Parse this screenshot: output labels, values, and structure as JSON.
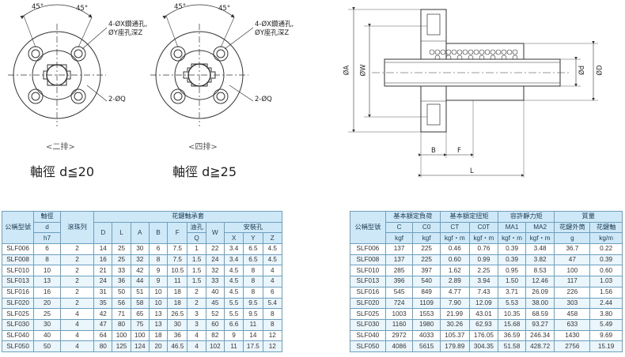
{
  "drawings": {
    "fig1_caption": "<二排>",
    "fig1_note": "軸徑  d≦20",
    "fig2_caption": "<四排>",
    "fig2_note": "軸徑  d≧25",
    "angle_label": "45°",
    "hole_label_1": "4-ØX鑽通孔,",
    "hole_label_2": "ØY座孔深Z",
    "q_label": "2-ØQ",
    "dim_A": "ØA",
    "dim_W": "ØW",
    "dim_d": "Ød",
    "dim_D": "ØD",
    "dim_B": "B",
    "dim_F": "F",
    "dim_L": "L"
  },
  "left_table": {
    "h_model": "公稱型號",
    "h_shaft": "軸徑",
    "h_shaft_d": "d",
    "h_shaft_tol": "h7",
    "h_rows": "滾珠列",
    "h_bearing": "花鍵軸承套",
    "h_D": "D",
    "h_L": "L",
    "h_A": "A",
    "h_B": "B",
    "h_F": "F",
    "h_oil": "油孔",
    "h_Q": "Q",
    "h_W": "W",
    "h_mount": "安裝孔",
    "h_X": "X",
    "h_Y": "Y",
    "h_Z": "Z",
    "rows": [
      [
        "SLF006",
        "6",
        "2",
        "14",
        "25",
        "30",
        "6",
        "7.5",
        "1",
        "22",
        "3.4",
        "6.5",
        "4.5"
      ],
      [
        "SLF008",
        "8",
        "2",
        "16",
        "25",
        "32",
        "8",
        "7.5",
        "1.5",
        "24",
        "3.4",
        "6.5",
        "4.5"
      ],
      [
        "SLF010",
        "10",
        "2",
        "21",
        "33",
        "42",
        "9",
        "10.5",
        "1.5",
        "32",
        "4.5",
        "8",
        "4"
      ],
      [
        "SLF013",
        "13",
        "2",
        "24",
        "36",
        "44",
        "9",
        "11",
        "1.5",
        "33",
        "4.5",
        "8",
        "4"
      ],
      [
        "SLF016",
        "16",
        "2",
        "31",
        "50",
        "51",
        "10",
        "18",
        "2",
        "40",
        "4.5",
        "8",
        "6"
      ],
      [
        "SLF020",
        "20",
        "2",
        "35",
        "56",
        "58",
        "10",
        "18",
        "2",
        "45",
        "5.5",
        "9.5",
        "5.4"
      ],
      [
        "SLF025",
        "25",
        "4",
        "42",
        "71",
        "65",
        "13",
        "26.5",
        "3",
        "52",
        "5.5",
        "9.5",
        "8"
      ],
      [
        "SLF030",
        "30",
        "4",
        "47",
        "80",
        "75",
        "13",
        "30",
        "3",
        "60",
        "6.6",
        "11",
        "8"
      ],
      [
        "SLF040",
        "40",
        "4",
        "64",
        "100",
        "100",
        "18",
        "36",
        "4",
        "82",
        "9",
        "14",
        "12"
      ],
      [
        "SLF050",
        "50",
        "4",
        "80",
        "125",
        "124",
        "20",
        "46.5",
        "4",
        "102",
        "11",
        "17.5",
        "12"
      ]
    ]
  },
  "right_table": {
    "h_model": "公稱型號",
    "h_load": "基本額定負荷",
    "h_C": "C",
    "h_C0": "C0",
    "h_torque": "基本額定扭矩",
    "h_CT": "CT",
    "h_C0T": "C0T",
    "h_moment": "容許靜力矩",
    "h_MA1": "MA1",
    "h_MA2": "MA2",
    "h_mass": "質量",
    "h_outer": "花鍵外筒",
    "h_shaftm": "花鍵軸",
    "u_kgf": "kgf",
    "u_kgfm": "kgf・m",
    "u_g": "g",
    "u_kgm": "kg/m",
    "rows": [
      [
        "SLF006",
        "137",
        "225",
        "0.46",
        "0.76",
        "0.39",
        "3.48",
        "36.7",
        "0.22"
      ],
      [
        "SLF008",
        "137",
        "225",
        "0.60",
        "0.99",
        "0.39",
        "3.82",
        "47",
        "0.39"
      ],
      [
        "SLF010",
        "285",
        "397",
        "1.62",
        "2.25",
        "0.95",
        "8.53",
        "100",
        "0.60"
      ],
      [
        "SLF013",
        "396",
        "540",
        "2.89",
        "3.94",
        "1.50",
        "12.46",
        "117",
        "1.03"
      ],
      [
        "SLF016",
        "545",
        "849",
        "4.77",
        "7.43",
        "3.71",
        "26.09",
        "226",
        "1.56"
      ],
      [
        "SLF020",
        "724",
        "1109",
        "7.90",
        "12.09",
        "5.53",
        "38.00",
        "303",
        "2.44"
      ],
      [
        "SLF025",
        "1003",
        "1553",
        "21.99",
        "43.01",
        "10.35",
        "68.59",
        "458",
        "3.80"
      ],
      [
        "SLF030",
        "1160",
        "1980",
        "30.26",
        "62.93",
        "15.68",
        "93.27",
        "633",
        "5.49"
      ],
      [
        "SLF040",
        "2972",
        "4033",
        "105.37",
        "176.05",
        "36.59",
        "246.34",
        "1430",
        "9.69"
      ],
      [
        "SLF050",
        "4086",
        "5615",
        "179.89",
        "304.35",
        "51.58",
        "428.72",
        "2756",
        "15.19"
      ]
    ]
  }
}
